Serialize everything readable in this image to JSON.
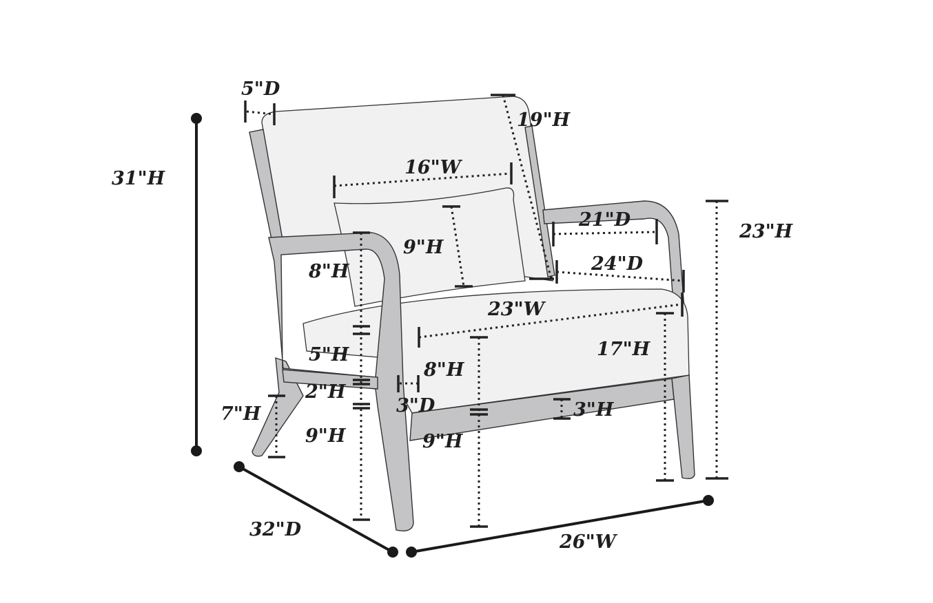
{
  "title": "Accent chair dimensions",
  "colors": {
    "frame": "#c4c4c6",
    "cushion": "#f1f1f1",
    "line": "#1f1f1f"
  },
  "dimensions": {
    "back_frame_depth": "5\"D",
    "backrest_height": "19\"H",
    "overall_height": "31\"H",
    "pillow_width": "16\"W",
    "arm_depth": "21\"D",
    "arm_height": "23\"H",
    "pillow_height": "9\"H",
    "arm_to_seat_height": "8\"H",
    "seat_depth": "24\"D",
    "seat_width": "23\"W",
    "seat_height": "17\"H",
    "cushion_height": "5\"H",
    "seat_front_height": "8\"H",
    "arm_rail_height": "2\"H",
    "arm_front_depth": "3\"D",
    "back_leg_height": "7\"H",
    "seat_rail_height": "3\"H",
    "leg_clearance_left": "9\"H",
    "leg_clearance_front": "9\"H",
    "overall_depth": "32\"D",
    "overall_width": "26\"W"
  }
}
